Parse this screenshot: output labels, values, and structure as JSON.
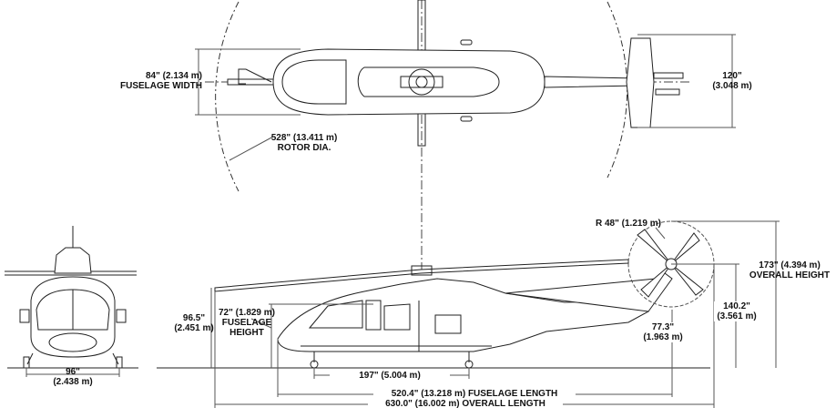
{
  "labels": {
    "fuselage_width_value": "84\" (2.134 m)",
    "fuselage_width_name": "FUSELAGE WIDTH",
    "tail_span_value": "120\"",
    "tail_span_metric": "(3.048 m)",
    "rotor_dia_value": "528\" (13.411 m)",
    "rotor_dia_name": "ROTOR DIA.",
    "tail_rotor_radius": "R 48\" (1.219 m)",
    "overall_height_value": "173\" (4.394 m)",
    "overall_height_name": "OVERALL HEIGHT",
    "tail_hub_height_value": "140.2\"",
    "tail_hub_height_metric": "(3.561 m)",
    "tail_ground_value": "77.3\"",
    "tail_ground_metric": "(1.963 m)",
    "main_hub_height_value": "96.5\"",
    "main_hub_height_metric": "(2.451 m)",
    "fuselage_height_value": "72\" (1.829 m)",
    "fuselage_height_name1": "FUSELAGE",
    "fuselage_height_name2": "HEIGHT",
    "wheel_track_value": "96\"",
    "wheel_track_metric": "(2.438 m)",
    "wheelbase": "197\" (5.004 m)",
    "fuselage_length": "520.4\" (13.218 m) FUSELAGE LENGTH",
    "overall_length": "630.0\" (16.002 m) OVERALL LENGTH"
  }
}
